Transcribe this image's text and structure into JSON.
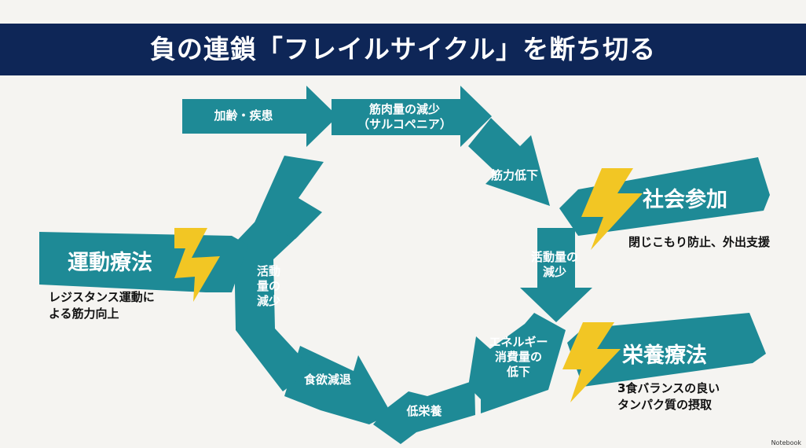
{
  "title": "負の連鎖「フレイルサイクル」を断ち切る",
  "cycle": {
    "aging": "加齢・疾患",
    "muscle_loss": [
      "筋肉量の減少",
      "（サルコペニア）"
    ],
    "strength": "筋力低下",
    "activity_right": [
      "活動量の",
      "減少"
    ],
    "energy": [
      "エネルギー",
      "消費量の",
      "低下"
    ],
    "low_nutrition": "低栄養",
    "appetite": "食欲減退",
    "activity_left": [
      "活動",
      "量の",
      "減少"
    ]
  },
  "interventions": {
    "exercise": {
      "title": "運動療法",
      "desc": [
        "レジスタンス運動に",
        "よる筋力向上"
      ]
    },
    "social": {
      "title": "社会参加",
      "desc": [
        "閉じこもり防止、外出支援"
      ]
    },
    "nutrition": {
      "title": "栄養療法",
      "desc": [
        "3食バランスの良い",
        "タンパク質の摂取"
      ]
    }
  },
  "colors": {
    "arrow": "#1e8a96",
    "header": "#0e2657",
    "bolt": "#f2c624"
  },
  "watermark": "Notebook"
}
